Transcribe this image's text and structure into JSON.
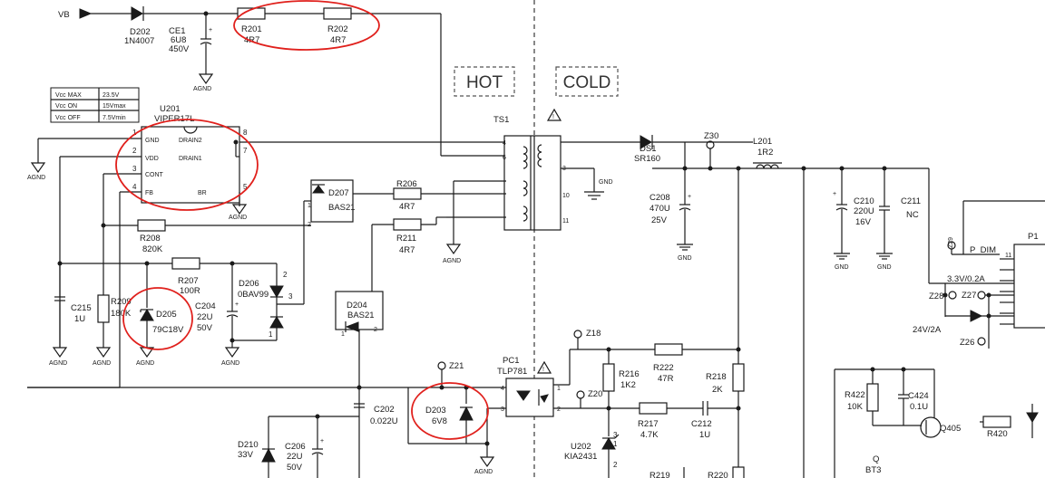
{
  "nets": {
    "vb": "VB",
    "agnd": "AGND",
    "gnd": "GND",
    "v33": "3.3V/0.2A",
    "v24": "24V/2A",
    "p_dim": "P_DIM"
  },
  "zones": {
    "hot": "HOT",
    "cold": "COLD"
  },
  "vcc_table": [
    [
      "Vcc MAX",
      "23.5V"
    ],
    [
      "Vcc  ON",
      "15Vmax"
    ],
    [
      "Vcc OFF",
      "7.5Vmin"
    ]
  ],
  "u201": {
    "ref": "U201",
    "part": "VIPER17L",
    "pins_left": [
      {
        "num": "1",
        "name": "GND"
      },
      {
        "num": "2",
        "name": "VDD"
      },
      {
        "num": "3",
        "name": "CONT"
      },
      {
        "num": "4",
        "name": "FB"
      }
    ],
    "pins_right": [
      {
        "num": "8",
        "name": "DRAIN2"
      },
      {
        "num": "7",
        "name": "DRAIN1"
      },
      {
        "num": "5",
        "name": "BR"
      }
    ]
  },
  "parts": {
    "d202": {
      "ref": "D202",
      "value": "1N4007"
    },
    "ce1": {
      "ref": "CE1",
      "value": "6U8",
      "rating": "450V"
    },
    "r201": {
      "ref": "R201",
      "value": "4R7"
    },
    "r202": {
      "ref": "R202",
      "value": "4R7"
    },
    "ts1": {
      "ref": "TS1"
    },
    "ds1": {
      "ref": "DS1",
      "value": "SR160"
    },
    "z30": {
      "ref": "Z30"
    },
    "l201": {
      "ref": "L201",
      "value": "1R2"
    },
    "c208": {
      "ref": "C208",
      "value": "470U",
      "rating": "25V"
    },
    "c210": {
      "ref": "C210",
      "value": "220U",
      "rating": "16V"
    },
    "c211": {
      "ref": "C211",
      "value": "NC"
    },
    "d207": {
      "ref": "D207",
      "value": "BAS21"
    },
    "r206": {
      "ref": "R206",
      "value": "4R7"
    },
    "r211": {
      "ref": "R211",
      "value": "4R7"
    },
    "r208": {
      "ref": "R208",
      "value": "820K"
    },
    "r207": {
      "ref": "R207",
      "value": "100R"
    },
    "d206": {
      "ref": "D206",
      "value": "0BAV99"
    },
    "c215": {
      "ref": "C215",
      "value": "1U"
    },
    "r209": {
      "ref": "R209",
      "value": "180K"
    },
    "d205": {
      "ref": "D205",
      "value": "79C18V"
    },
    "c204": {
      "ref": "C204",
      "value": "22U",
      "rating": "50V"
    },
    "d204": {
      "ref": "D204",
      "value": "BAS21"
    },
    "z18": {
      "ref": "Z18"
    },
    "z20": {
      "ref": "Z20"
    },
    "z21": {
      "ref": "Z21"
    },
    "pc1": {
      "ref": "PC1",
      "value": "TLP781"
    },
    "r216": {
      "ref": "R216",
      "value": "1K2"
    },
    "r222": {
      "ref": "R222",
      "value": "47R"
    },
    "r218": {
      "ref": "R218",
      "value": "2K"
    },
    "r217": {
      "ref": "R217",
      "value": "4.7K"
    },
    "c212": {
      "ref": "C212",
      "value": "1U"
    },
    "u202": {
      "ref": "U202",
      "value": "KIA2431"
    },
    "r219": {
      "ref": "R219"
    },
    "r220": {
      "ref": "R220"
    },
    "d203": {
      "ref": "D203",
      "value": "6V8"
    },
    "c202": {
      "ref": "C202",
      "value": "0.022U"
    },
    "d210": {
      "ref": "D210",
      "value": "33V"
    },
    "c206": {
      "ref": "C206",
      "value": "22U",
      "rating": "50V"
    },
    "z29": {
      "ref": "Z29"
    },
    "z28": {
      "ref": "Z28"
    },
    "z27": {
      "ref": "Z27"
    },
    "z26": {
      "ref": "Z26"
    },
    "p1": {
      "ref": "P1",
      "pin_top": "11"
    },
    "r422": {
      "ref": "R422",
      "value": "10K"
    },
    "c424": {
      "ref": "C424",
      "value": "0.1U"
    },
    "q405": {
      "ref": "Q405"
    },
    "r420": {
      "ref": "R420"
    },
    "bt3": {
      "ref": "Q",
      "value": "BT3"
    }
  },
  "ts1_pins": [
    "4",
    "6",
    "3",
    "10",
    "11"
  ],
  "u202_pins": [
    "3",
    "1",
    "2"
  ],
  "pc1_pins": [
    "4",
    "3",
    "1",
    "2"
  ],
  "d206_pins": [
    "2",
    "3",
    "1"
  ],
  "d204_pins": [
    "1",
    "2"
  ],
  "d207_pins": [
    "1",
    "2"
  ],
  "colors": {
    "highlight": "#e0201c",
    "ink": "#1a1a1a",
    "divider": "#555555"
  }
}
